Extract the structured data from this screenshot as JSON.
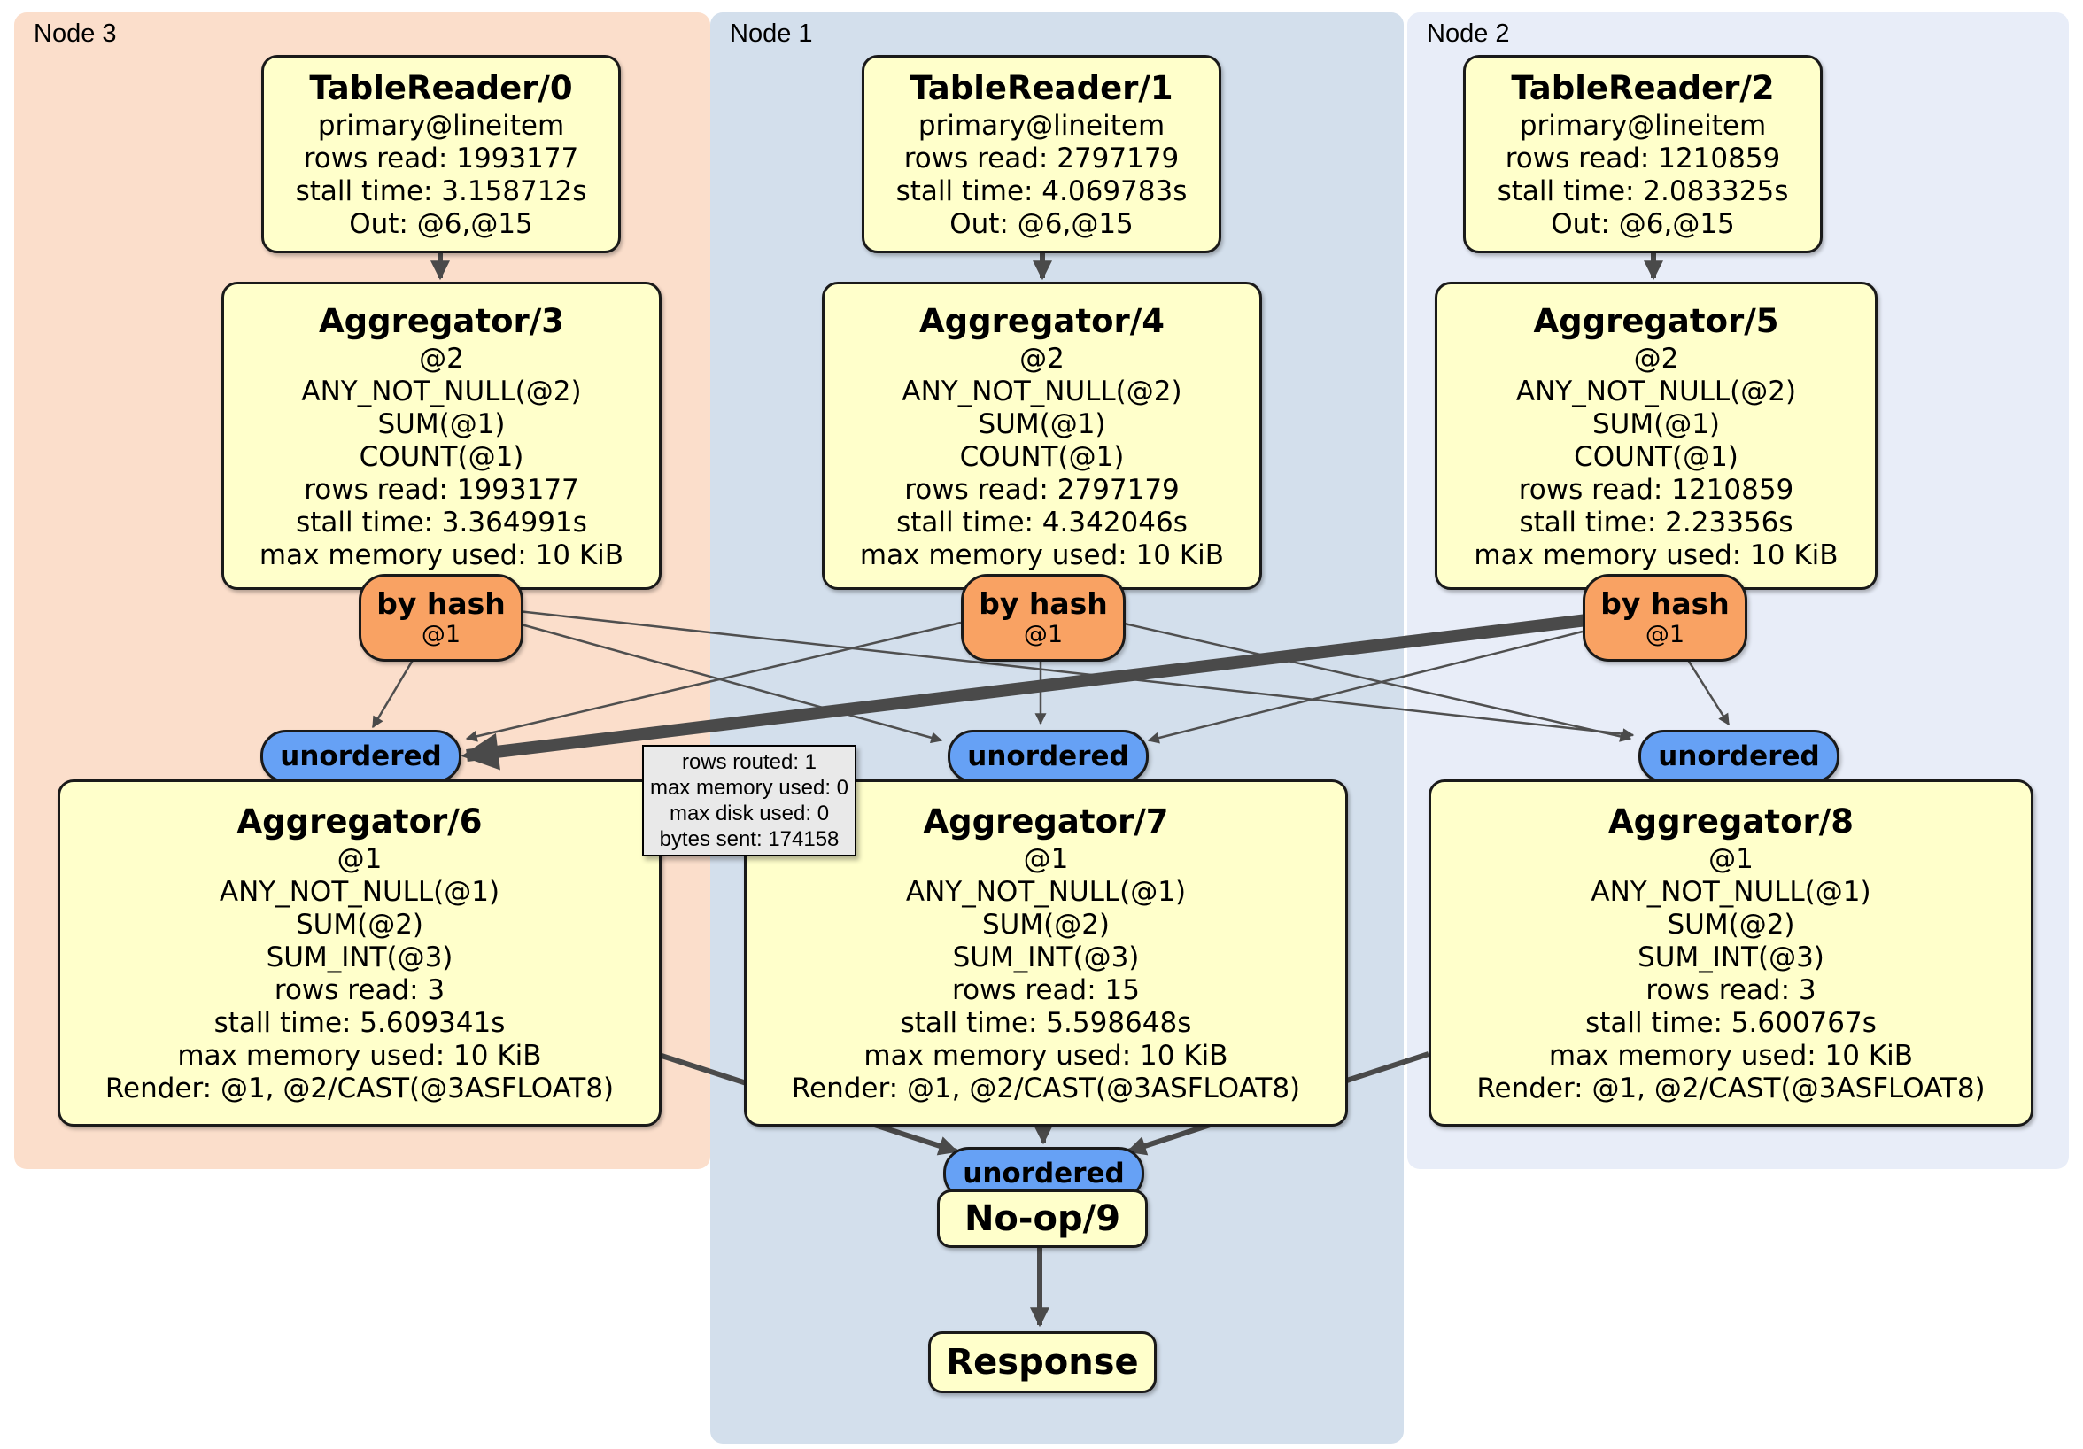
{
  "regions": [
    {
      "label": "Node 3",
      "color": "#fbdecb"
    },
    {
      "label": "Node 1",
      "color": "#d3dfec"
    },
    {
      "label": "Node 2",
      "color": "#e8edf8"
    }
  ],
  "processors": {
    "tr0": {
      "title": "TableReader/0",
      "lines": [
        "primary@lineitem",
        "rows read: 1993177",
        "stall time: 3.158712s",
        "Out: @6,@15"
      ]
    },
    "tr1": {
      "title": "TableReader/1",
      "lines": [
        "primary@lineitem",
        "rows read: 2797179",
        "stall time: 4.069783s",
        "Out: @6,@15"
      ]
    },
    "tr2": {
      "title": "TableReader/2",
      "lines": [
        "primary@lineitem",
        "rows read: 1210859",
        "stall time: 2.083325s",
        "Out: @6,@15"
      ]
    },
    "agg3": {
      "title": "Aggregator/3",
      "lines": [
        "@2",
        "ANY_NOT_NULL(@2)",
        "SUM(@1)",
        "COUNT(@1)",
        "rows read: 1993177",
        "stall time: 3.364991s",
        "max memory used: 10 KiB"
      ]
    },
    "agg4": {
      "title": "Aggregator/4",
      "lines": [
        "@2",
        "ANY_NOT_NULL(@2)",
        "SUM(@1)",
        "COUNT(@1)",
        "rows read: 2797179",
        "stall time: 4.342046s",
        "max memory used: 10 KiB"
      ]
    },
    "agg5": {
      "title": "Aggregator/5",
      "lines": [
        "@2",
        "ANY_NOT_NULL(@2)",
        "SUM(@1)",
        "COUNT(@1)",
        "rows read: 1210859",
        "stall time: 2.23356s",
        "max memory used: 10 KiB"
      ]
    },
    "agg6": {
      "title": "Aggregator/6",
      "lines": [
        "@1",
        "ANY_NOT_NULL(@1)",
        "SUM(@2)",
        "SUM_INT(@3)",
        "rows read: 3",
        "stall time: 5.609341s",
        "max memory used: 10 KiB",
        "Render: @1, @2/CAST(@3ASFLOAT8)"
      ]
    },
    "agg7": {
      "title": "Aggregator/7",
      "lines": [
        "@1",
        "ANY_NOT_NULL(@1)",
        "SUM(@2)",
        "SUM_INT(@3)",
        "rows read: 15",
        "stall time: 5.598648s",
        "max memory used: 10 KiB",
        "Render: @1, @2/CAST(@3ASFLOAT8)"
      ]
    },
    "agg8": {
      "title": "Aggregator/8",
      "lines": [
        "@1",
        "ANY_NOT_NULL(@1)",
        "SUM(@2)",
        "SUM_INT(@3)",
        "rows read: 3",
        "stall time: 5.600767s",
        "max memory used: 10 KiB",
        "Render: @1, @2/CAST(@3ASFLOAT8)"
      ]
    },
    "noop": {
      "title": "No-op/9"
    },
    "response": {
      "title": "Response"
    }
  },
  "routers": [
    {
      "label": "by hash",
      "sub": "@1"
    },
    {
      "label": "by hash",
      "sub": "@1"
    },
    {
      "label": "by hash",
      "sub": "@1"
    }
  ],
  "syncs": [
    {
      "label": "unordered"
    },
    {
      "label": "unordered"
    },
    {
      "label": "unordered"
    },
    {
      "label": "unordered"
    }
  ],
  "tooltip": {
    "lines": [
      "rows routed: 1",
      "max memory used: 0",
      "max disk used: 0",
      "bytes sent: 174158"
    ]
  },
  "colors": {
    "processor_fill": "#ffffcb",
    "router_fill": "#f9a263",
    "sync_fill": "#66a1f5",
    "edge": "#4a4a4a",
    "tooltip_fill": "#e9e9e9"
  }
}
